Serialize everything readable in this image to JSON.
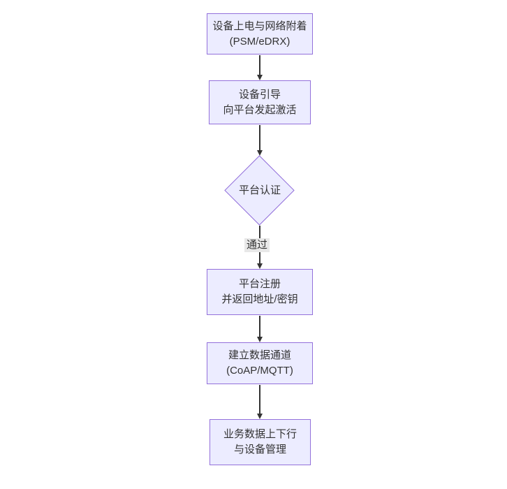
{
  "colors": {
    "background": "#ffffff",
    "node_fill": "#ECECFF",
    "node_border": "#9370DB",
    "text": "#333333",
    "edge": "#333333",
    "edge_label_bg": "#e8e8e8"
  },
  "flowchart": {
    "direction": "top-down",
    "nodes": [
      {
        "name": "device-power-network-attach",
        "shape": "rect",
        "lines": [
          "设备上电与网络附着",
          "(PSM/eDRX)"
        ]
      },
      {
        "name": "device-bootstrap-activate",
        "shape": "rect",
        "lines": [
          "设备引导",
          "向平台发起激活"
        ]
      },
      {
        "name": "platform-auth",
        "shape": "diamond",
        "lines": [
          "平台认证"
        ]
      },
      {
        "name": "platform-register",
        "shape": "rect",
        "lines": [
          "平台注册",
          "并返回地址/密钥"
        ]
      },
      {
        "name": "data-channel",
        "shape": "rect",
        "lines": [
          "建立数据通道",
          "(CoAP/MQTT)"
        ]
      },
      {
        "name": "business-data-device-mgmt",
        "shape": "rect",
        "lines": [
          "业务数据上下行",
          "与设备管理"
        ]
      }
    ],
    "edges": [
      {
        "from": 0,
        "to": 1,
        "label": ""
      },
      {
        "from": 1,
        "to": 2,
        "label": ""
      },
      {
        "from": 2,
        "to": 3,
        "label": "通过"
      },
      {
        "from": 3,
        "to": 4,
        "label": ""
      },
      {
        "from": 4,
        "to": 5,
        "label": ""
      }
    ]
  }
}
